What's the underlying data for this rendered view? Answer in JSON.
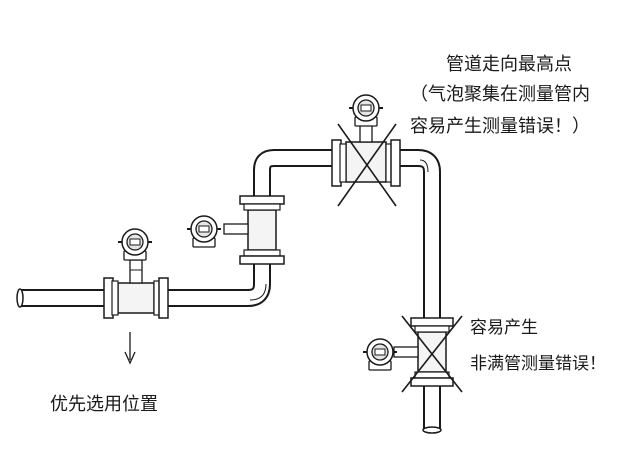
{
  "annotations": {
    "highest_point": {
      "line1": "管道走向最高点",
      "line2": "（气泡聚集在测量管内",
      "line3": "容易产生测量错误！）"
    },
    "not_full": {
      "line1": "容易产生",
      "line2": "非满管测量错误！"
    },
    "preferred": "优先选用位置"
  },
  "icons": {
    "transmitter": "flowmeter-transmitter-icon",
    "cross_mark": "x-mark-icon",
    "down_arrow": "down-arrow-icon"
  },
  "colors": {
    "line": "#1a1a1a",
    "pipe": "#ffffff",
    "meter": "#f4f4f4"
  }
}
